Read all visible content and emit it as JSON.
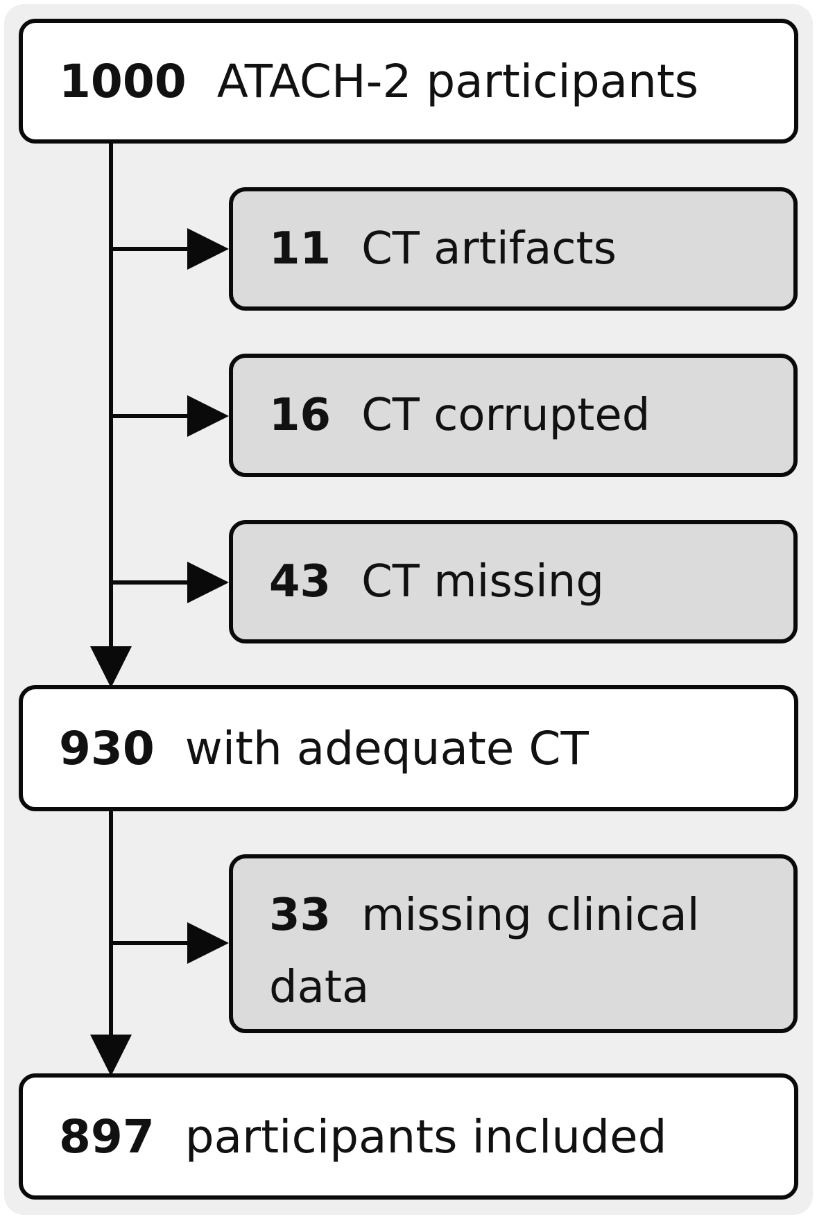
{
  "flow": {
    "enrolled": {
      "count": "1000",
      "label": "ATACH-2 participants"
    },
    "exclusions_1": [
      {
        "count": "11",
        "label": "CT artifacts"
      },
      {
        "count": "16",
        "label": "CT corrupted"
      },
      {
        "count": "43",
        "label": "CT missing"
      }
    ],
    "adequate_ct": {
      "count": "930",
      "label": "with adequate CT"
    },
    "exclusions_2": [
      {
        "count": "33",
        "label": "missing clinical data"
      }
    ],
    "included": {
      "count": "897",
      "label": "participants included"
    }
  },
  "colors": {
    "main_box_fill": "#ffffff",
    "exclusion_box_fill": "#dbdbdb",
    "border": "#0a0a0a",
    "panel_background": "#efefef"
  }
}
